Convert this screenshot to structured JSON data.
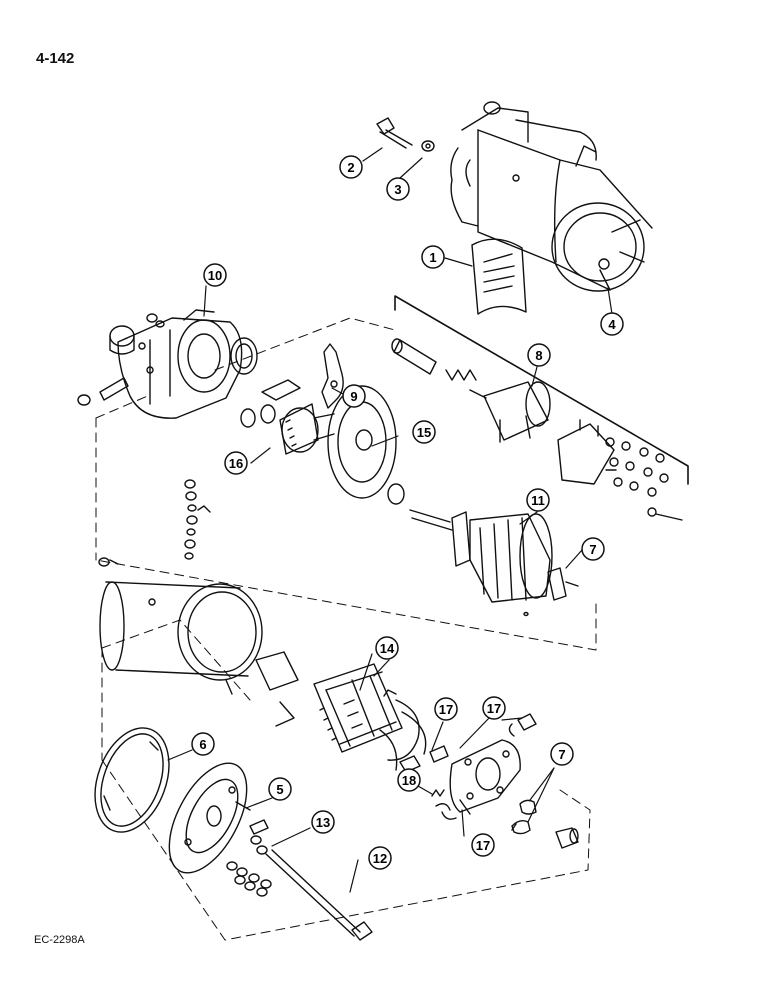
{
  "page": {
    "number": "4-142",
    "figure_code": "EC-2298A"
  },
  "callouts": [
    {
      "id": "c1",
      "label": "1"
    },
    {
      "id": "c2",
      "label": "2"
    },
    {
      "id": "c3",
      "label": "3"
    },
    {
      "id": "c4",
      "label": "4"
    },
    {
      "id": "c5",
      "label": "5"
    },
    {
      "id": "c6",
      "label": "6"
    },
    {
      "id": "c7a",
      "label": "7"
    },
    {
      "id": "c7b",
      "label": "7"
    },
    {
      "id": "c8",
      "label": "8"
    },
    {
      "id": "c9",
      "label": "9"
    },
    {
      "id": "c10",
      "label": "10"
    },
    {
      "id": "c11",
      "label": "11"
    },
    {
      "id": "c12",
      "label": "12"
    },
    {
      "id": "c13",
      "label": "13"
    },
    {
      "id": "c14",
      "label": "14"
    },
    {
      "id": "c15",
      "label": "15"
    },
    {
      "id": "c16",
      "label": "16"
    },
    {
      "id": "c17a",
      "label": "17"
    },
    {
      "id": "c17b",
      "label": "17"
    },
    {
      "id": "c17c",
      "label": "17"
    },
    {
      "id": "c18",
      "label": "18"
    }
  ]
}
